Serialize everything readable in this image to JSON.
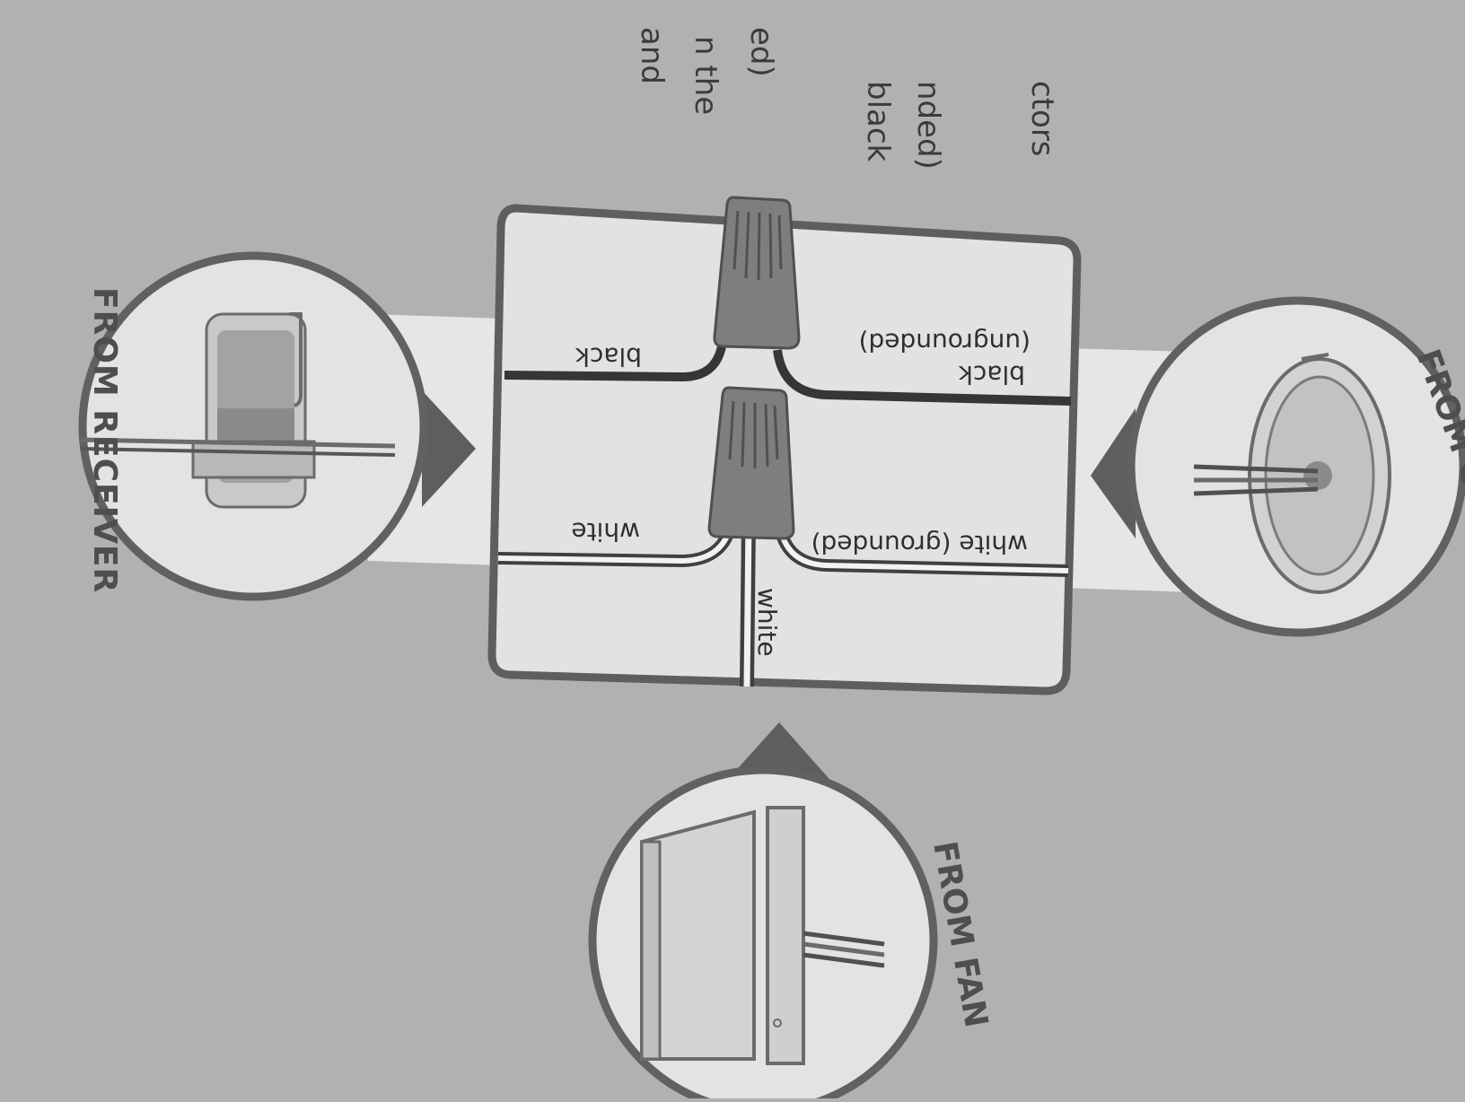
{
  "instructions_fragment": [
    "ctors",
    "nded)",
    "black",
    "ed)",
    "n the",
    "and"
  ],
  "labels": {
    "from_receiver": "FROM RECEIVER",
    "from_ceiling": "FROM CEILING",
    "from_fan": "FROM FAN"
  },
  "wires": {
    "black_receiver": "black",
    "black_ceiling_1": "black",
    "black_ceiling_2": "(ungrounded)",
    "white_receiver": "white",
    "white_ceiling": "white (grounded)",
    "white_fan": "white"
  },
  "colors": {
    "background": "#b0b2b0",
    "panel": "#e2e3e1",
    "outline": "#5d5f5d",
    "wire_black": "#353635",
    "connector": "#7d7f7c"
  }
}
